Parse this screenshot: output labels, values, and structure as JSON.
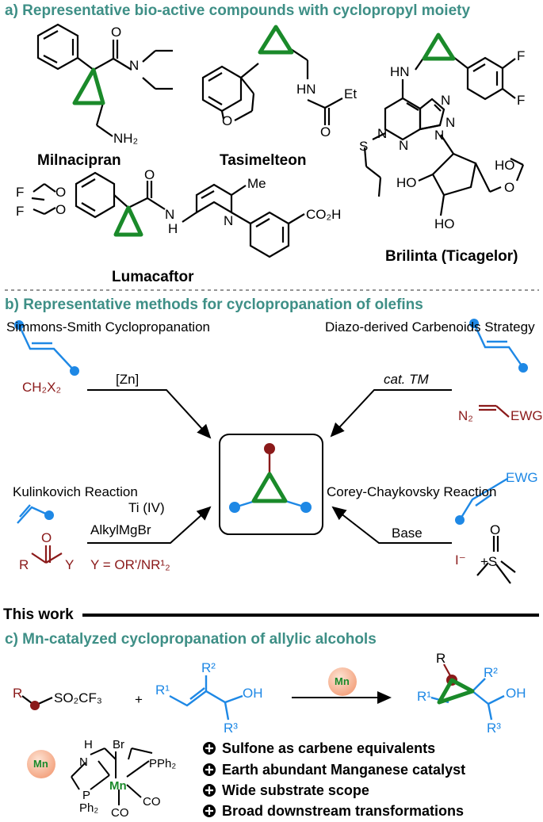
{
  "section_a": {
    "heading": "a) Representative bio-active compounds with cyclopropyl moiety",
    "compounds": [
      "Milnacipran",
      "Tasimelteon",
      "Brilinta (Ticagelor)",
      "Lumacaftor"
    ],
    "atoms": {
      "N": "N",
      "O": "O",
      "NH2": "NH₂",
      "HN": "HN",
      "Et": "Et",
      "F": "F",
      "S": "S",
      "HO": "HO",
      "H": "H",
      "Me": "Me",
      "CO2H": "CO₂H"
    }
  },
  "section_b": {
    "heading": "b) Representative methods for cyclopropanation of olefins",
    "methods": {
      "simmons": "Simmons-Smith Cyclopropanation",
      "diazo": "Diazo-derived Carbenoids Strategy",
      "kulinkovich": "Kulinkovich Reaction",
      "corey": "Corey-Chaykovsky Reaction"
    },
    "reagents": {
      "zn": "[Zn]",
      "ch2x2": "CH₂X₂",
      "tm": "cat. TM",
      "n2": "N₂",
      "ewg": "EWG",
      "ti": "Ti (IV)",
      "alkylmgbr": "AlkylMgBr",
      "r": "R",
      "y": "Y",
      "y_def": "Y = OR'/NR¹₂",
      "base": "Base",
      "i_minus": "I⁻",
      "s_plus": "+S",
      "o": "O"
    }
  },
  "this_work": "This work",
  "section_c": {
    "heading": "c) Mn-catalyzed cyclopropanation of allylic alcohols",
    "reagents": {
      "r": "R",
      "so2cf3": "SO₂CF₃",
      "plus": "+",
      "r1": "R¹",
      "r2": "R²",
      "r3": "R³",
      "oh": "OH",
      "mn": "Mn",
      "br": "Br",
      "n": "N",
      "h": "H",
      "pph2": "PPh₂",
      "p": "P",
      "ph2": "Ph₂",
      "co": "CO"
    },
    "features": [
      "Sulfone as carbene equivalents",
      "Earth abundant Manganese catalyst",
      "Wide substrate scope",
      "Broad downstream transformations"
    ]
  },
  "colors": {
    "heading": "#3e8f86",
    "cyclopropane": "#1a8a2a",
    "blue": "#1e88e5",
    "dark_red": "#8b1a1a",
    "mn_orange": "#f4a582"
  }
}
